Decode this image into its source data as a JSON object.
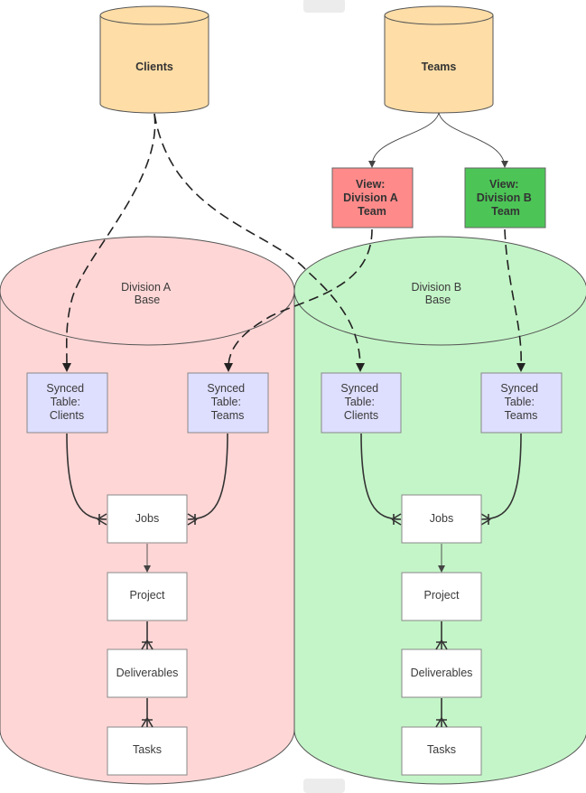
{
  "sources": {
    "clients": "Clients",
    "teams": "Teams"
  },
  "views": {
    "division_a": [
      "View:",
      "Division A",
      "Team"
    ],
    "division_b": [
      "View:",
      "Division B",
      "Team"
    ]
  },
  "bases": {
    "division_a": [
      "Division A",
      "Base"
    ],
    "division_b": [
      "Division B",
      "Base"
    ]
  },
  "synced": {
    "a_clients": [
      "Synced",
      "Table:",
      "Clients"
    ],
    "a_teams": [
      "Synced",
      "Table:",
      "Teams"
    ],
    "b_clients": [
      "Synced",
      "Table:",
      "Clients"
    ],
    "b_teams": [
      "Synced",
      "Table:",
      "Teams"
    ]
  },
  "tables": {
    "jobs": "Jobs",
    "project": "Project",
    "deliverables": "Deliverables",
    "tasks": "Tasks"
  },
  "colors": {
    "source_fill": "#fedda6",
    "base_a_fill": "#ffd6d6",
    "base_b_fill": "#c4f5c8",
    "view_a_fill": "#ff8a8a",
    "view_b_fill": "#4cc556",
    "synced_fill": "#dedeff"
  }
}
